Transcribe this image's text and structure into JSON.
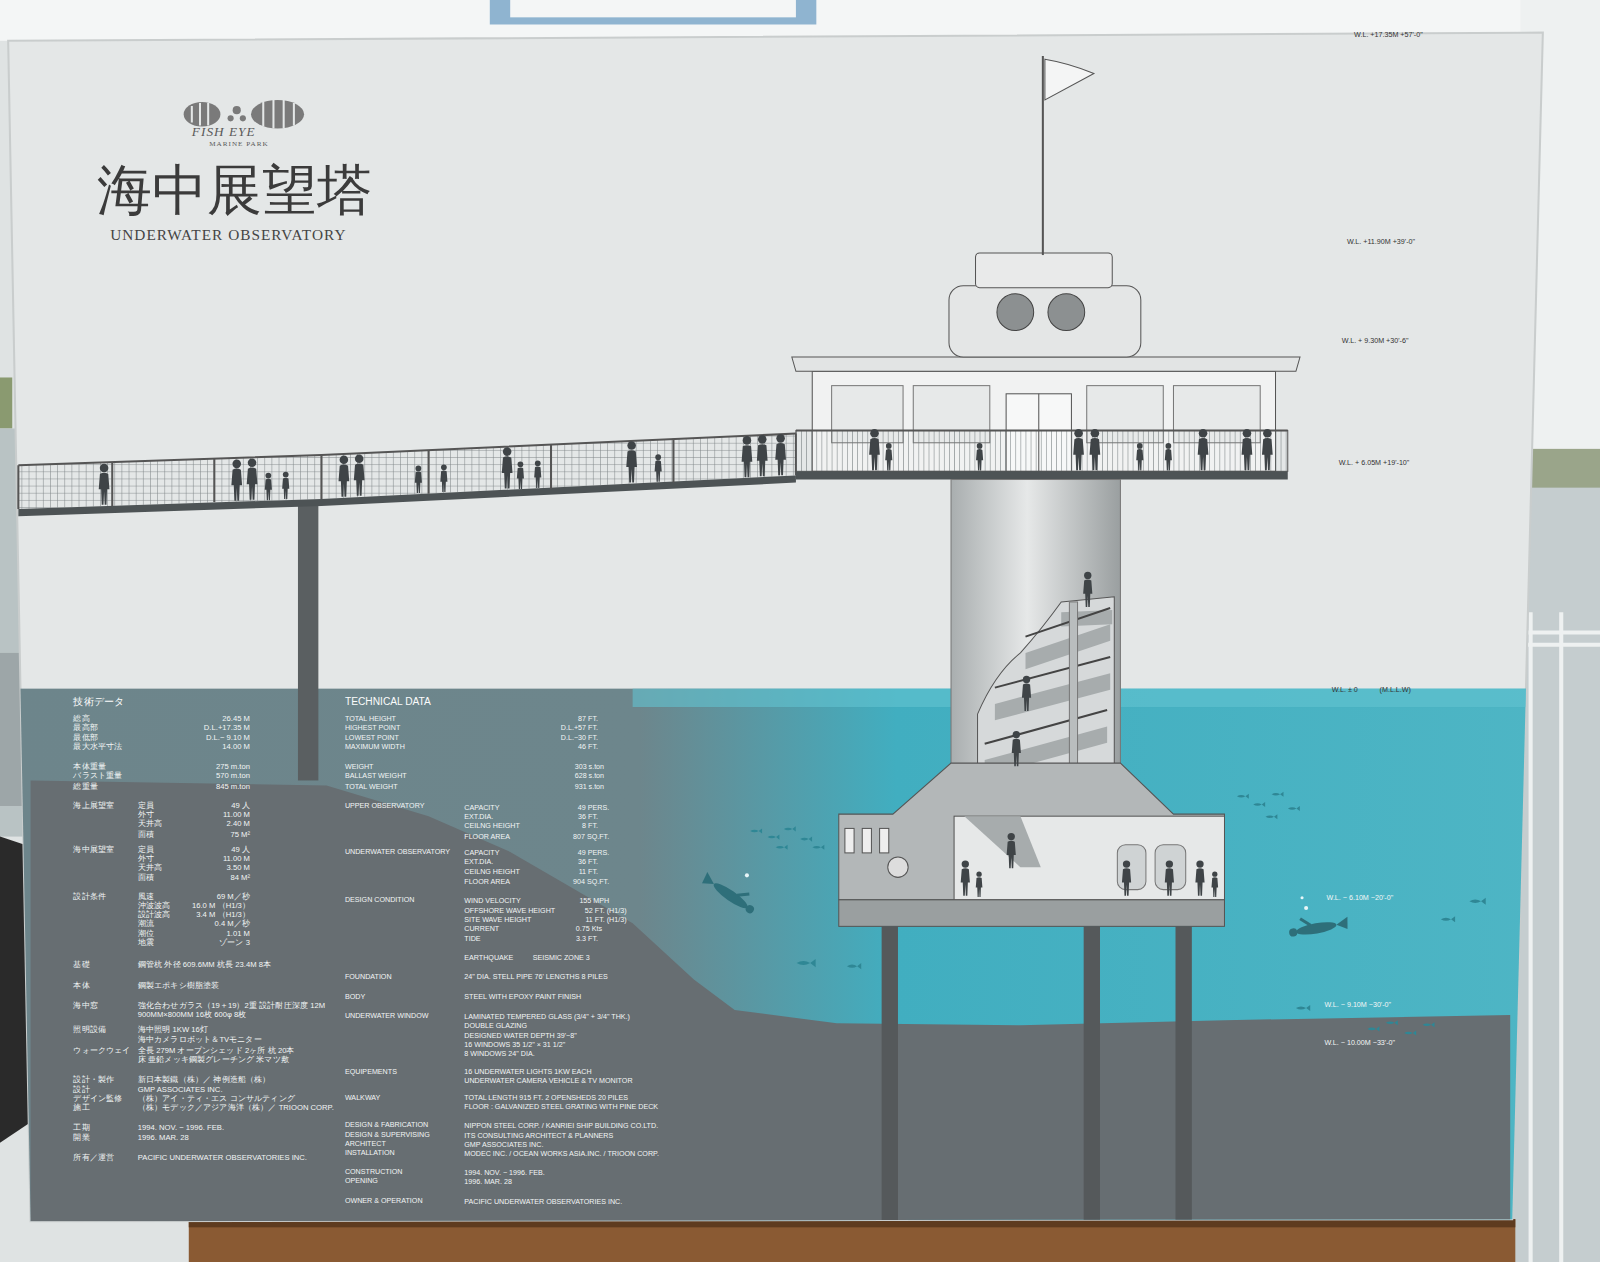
{
  "diagram": {
    "title": "海中展望塔",
    "labels": [
      "FISH EYE",
      "MARINE PARK",
      "UNDERWATER OBSERVATORY",
      "W.L. +17.35M +57'-0\"",
      "W.L. +11.90M +39'-0\"",
      "W.L. + 9.30M +30'-6\"",
      "W.L. + 6.05M +19'-10\"",
      "W.L. ± 0",
      "(M.L.L.W)",
      "W.L. − 6.10M −20'-0\"",
      "W.L. − 9.10M −30'-0\"",
      "W.L. − 10.00M −33'-0\"",
      "TECHNICAL DATA",
      "TOTAL HEIGHT",
      "87 FT.",
      "HIGHEST POINT",
      "D.L.+57 FT.",
      "LOWEST POINT",
      "D.L.−30 FT.",
      "MAXIMUM WIDTH",
      "46 FT.",
      "WEIGHT",
      "303 s.ton",
      "BALLAST WEIGHT",
      "628 s.ton",
      "TOTAL WEIGHT",
      "931 s.ton",
      "UPPER OBSERVATORY",
      "CAPACITY",
      "49 PERS.",
      "EXT.DIA.",
      "36 FT.",
      "CEILNG HEIGHT",
      "8 FT.",
      "FLOOR AREA",
      "807 SQ.FT.",
      "UNDERWATER OBSERVATORY",
      "CAPACITY",
      "49 PERS.",
      "EXT.DIA.",
      "36 FT.",
      "CEILNG HEIGHT",
      "11 FT.",
      "FLOOR AREA",
      "904 SQ.FT.",
      "DESIGN CONDITION",
      "WIND VELOCITY",
      "155 MPH",
      "OFFSHORE WAVE HEIGHT",
      "52 FT.  (H1/3)",
      "SITE WAVE HEIGHT",
      "11 FT.  (H1/3)",
      "CURRENT",
      "0.75 Kts",
      "TIDE",
      "3.3 FT.",
      "EARTHQUAKE",
      "SEISMIC ZONE 3",
      "FOUNDATION",
      "24\" DIA. STELL PIPE 76' LENGTHS 8 PILES",
      "BODY",
      "STEEL WITH EPOXY PAINT FINISH",
      "UNDERWATER WINDOW",
      "LAMINATED TEMPERED GLASS (3/4\" + 3/4\" THK.)",
      "DOUBLE GLAZING",
      "DESIGNED WATER DEPTH 39'−8\"",
      "16 WINDOWS 35 1/2\" × 31 1/2\"",
      "8 WINDOWS 24\" DIA.",
      "EQUIPEMENTS",
      "16 UNDERWATER LIGHTS 1KW EACH",
      "UNDERWATER CAMERA VEHICLE & TV MONITOR",
      "WALKWAY",
      "TOTAL LENGTH 915 FT.  2 OPENSHEDS 20 PILES",
      "FLOOR : GALVANIZED STEEL GRATING WITH PINE DECK",
      "DESIGN & FABRICATION",
      "NIPPON STEEL CORP. / KANRIEI SHIP BUILDING CO.LTD.",
      "DESIGN & SUPERVISING",
      "ITS CONSULTING ARCHITECT & PLANNERS",
      "ARCHITECT",
      "GMP ASSOCIATES INC.",
      "INSTALLATION",
      "MODEC INC. / OCEAN WORKS ASIA.INC. / TRIOON CORP.",
      "CONSTRUCTION",
      "1994. NOV. − 1996. FEB.",
      "OPENING",
      "1996. MAR. 28",
      "OWNER & OPERATION",
      "PACIFIC UNDERWATER OBSERVATORIES INC.",
      "技術データ",
      "総高",
      "26.45 M",
      "最高部",
      "D.L.+17.35 M",
      "最低部",
      "D.L.− 9.10 M",
      "最大水平寸法",
      "14.00 M",
      "本体重量",
      "275 m.ton",
      "バラスト重量",
      "570 m.ton",
      "総重量",
      "845 m.ton",
      "海上展望室",
      "定員",
      "49 人",
      "外寸",
      "11.00 M",
      "天井高",
      "2.40 M",
      "面積",
      "75 M²",
      "海中展望室",
      "定員",
      "49 人",
      "外寸",
      "11.00 M",
      "天井高",
      "3.50 M",
      "面積",
      "84 M²",
      "設計条件",
      "風速",
      "69 M／秒",
      "沖波波高",
      "16.0 M （H1/3）",
      "設計波高",
      "3.4 M （H1/3）",
      "潮流",
      "0.4 M／秒",
      "潮位",
      "1.01 M",
      "地震",
      "ゾーン 3",
      "基礎",
      "鋼管杭 外径 609.6MM 杭長 23.4M 8本",
      "本体",
      "鋼製エポキシ樹脂塗装",
      "海中窓",
      "強化合わせガラス（19＋19）2重 設計耐圧深度 12M",
      "900MM×800MM 16枚 600φ 8枚",
      "照明設備",
      "海中照明 1KW 16灯",
      "海中カメラロボット＆TVモニター",
      "ウォークウェイ",
      "全長 279M オープンシェッド 2ヶ所 杭 20本",
      "床 亜鉛メッキ鋼製グレーチング 米マツ敷",
      "設計・製作",
      "新日本製鐵（株）／ 神例造船（株）",
      "設計",
      "GMP ASSOCIATES INC.",
      "デザイン監修",
      "（株）アイ・ティ・エス コンサルティング",
      "施工",
      "（株）モデック／アジア海洋（株）／ TRIOON CORP.",
      "工期",
      "1994. NOV. − 1996. FEB.",
      "開業",
      "1996. MAR. 28",
      "所有／運営",
      "PACIFIC UNDERWATER OBSERVATORIES INC."
    ]
  }
}
